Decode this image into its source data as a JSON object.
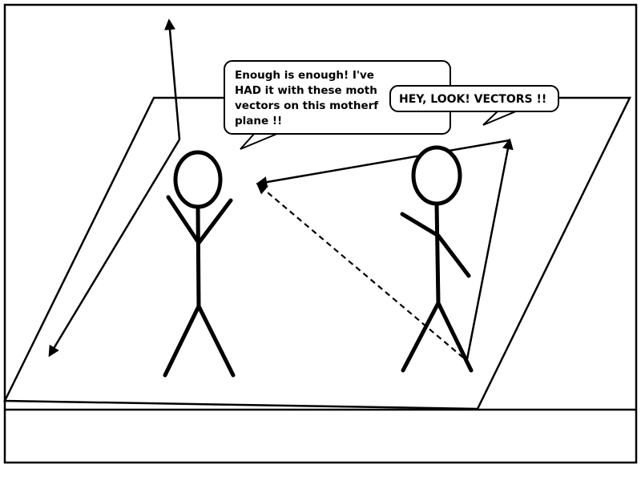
{
  "comic": {
    "left_speech": {
      "lines": [
        "Enough is enough! I've",
        "HAD it with these moth",
        "vectors on this motherf",
        "plane !!"
      ]
    },
    "right_speech": {
      "text": "HEY, LOOK! VECTORS !!"
    },
    "colors": {
      "ink": "#000000",
      "paper": "#ffffff"
    }
  }
}
